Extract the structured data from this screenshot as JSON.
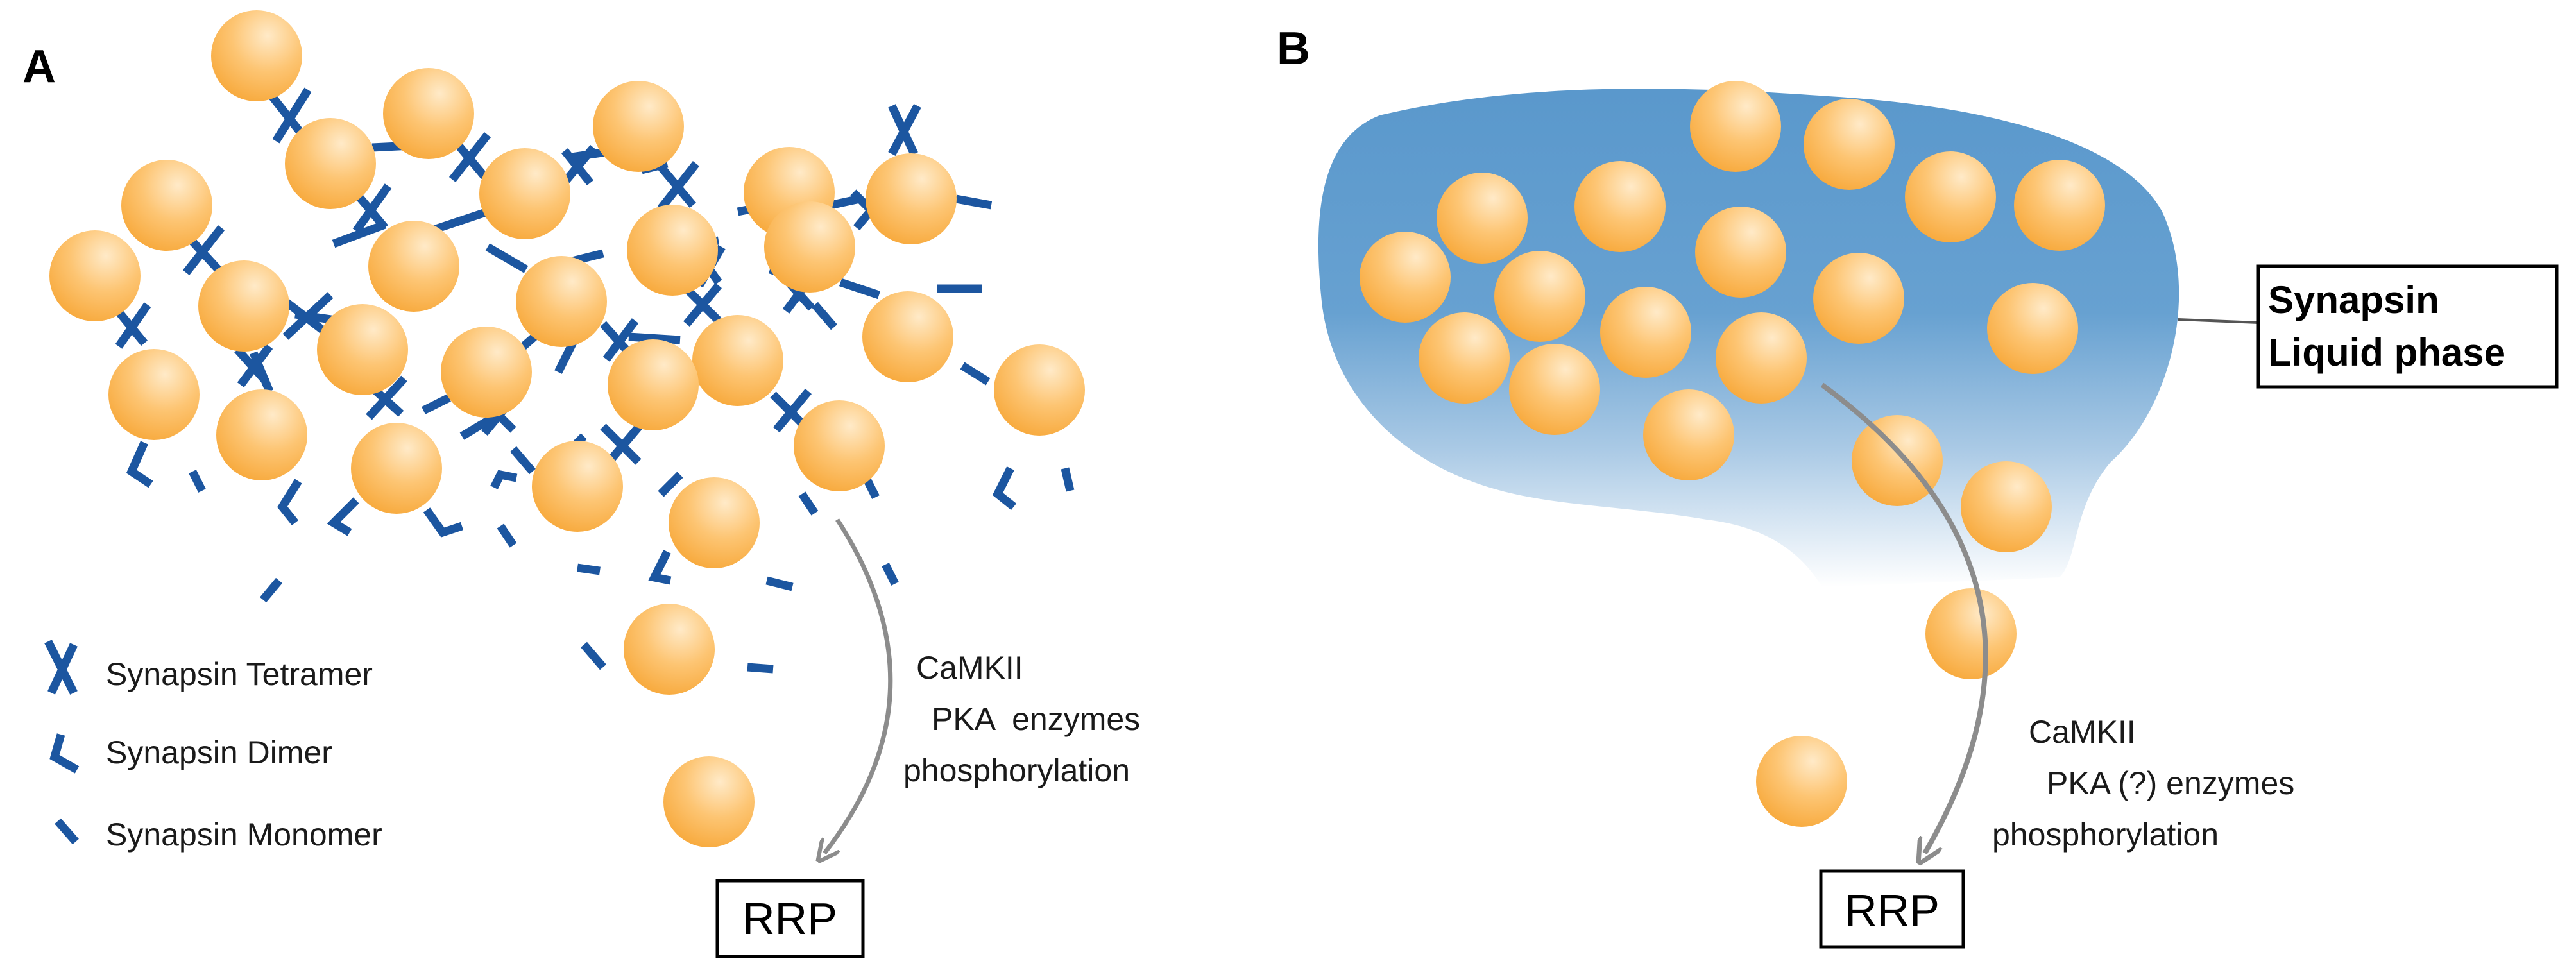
{
  "panel_a": {
    "label": "A",
    "legend": {
      "tetramer": "Synapsin Tetramer",
      "dimer": "Synapsin Dimer",
      "monomer": "Synapsin Monomer"
    },
    "enzyme_lines": [
      "CaMKII",
      "PKA  enzymes",
      "phosphorylation"
    ],
    "rrp_label": "RRP"
  },
  "panel_b": {
    "label": "B",
    "phase_label_lines": [
      "Synapsin",
      "Liquid phase"
    ],
    "enzyme_lines": [
      "CaMKII",
      "PKA (?) enzymes",
      "phosphorylation"
    ],
    "rrp_label": "RRP"
  },
  "colors": {
    "vesicle_light": "#FFE8C2",
    "vesicle_dark": "#F9AE45",
    "synapsin_blue": "#1C56A0",
    "liquid_phase_blue": "#5C9ACD",
    "arrow_gray": "#8C8C8C"
  }
}
